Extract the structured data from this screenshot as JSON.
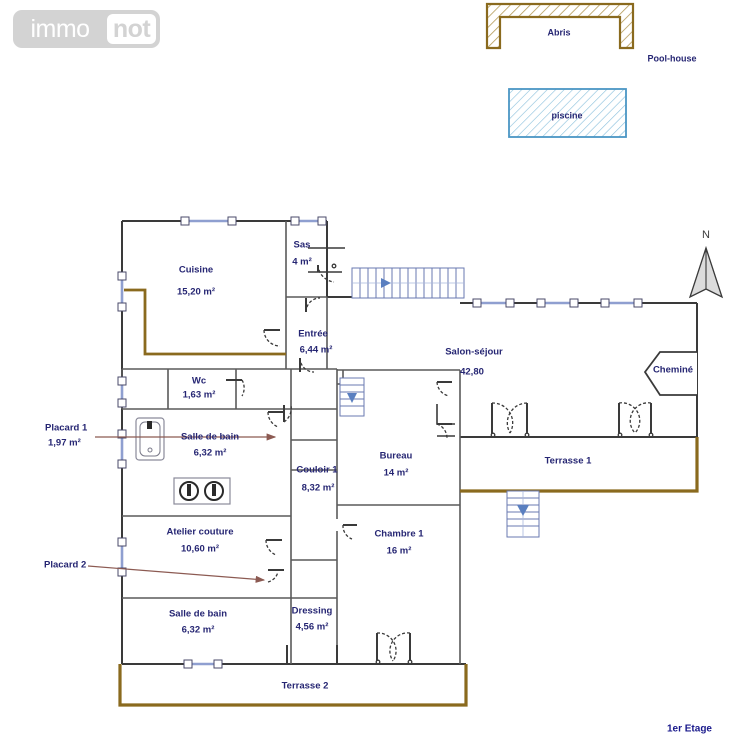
{
  "watermark": {
    "left_text": "immo",
    "right_text": "not"
  },
  "footer": {
    "floor_label": "1er Etage"
  },
  "compass": {
    "north_letter": "N",
    "name": "north-arrow"
  },
  "outdoor": {
    "abris": {
      "label": "Abris",
      "fill": "#f0e4c8",
      "stroke": "#8a6a1e"
    },
    "pool_house": {
      "label": "Pool-house"
    },
    "piscine": {
      "label": "piscine",
      "fill": "#d6eef7",
      "stroke": "#4a96c4"
    }
  },
  "callouts": [
    {
      "label": "Placard 1",
      "area": "1,97 m²",
      "arrow_color": "#8c5a52"
    },
    {
      "label": "Placard 2",
      "area": "",
      "arrow_color": "#8c5a52"
    }
  ],
  "rooms": [
    {
      "name": "cuisine",
      "label": "Cuisine",
      "area": "15,20 m²"
    },
    {
      "name": "sas",
      "label": "Sas",
      "area": "4 m²"
    },
    {
      "name": "entree",
      "label": "Entrée",
      "area": "6,44 m²"
    },
    {
      "name": "wc",
      "label": "Wc",
      "area": "1,63 m²"
    },
    {
      "name": "salle-de-bain-1",
      "label": "Salle de bain",
      "area": "6,32 m²"
    },
    {
      "name": "couloir-1",
      "label": "Couloir 1",
      "area": "8,32 m²"
    },
    {
      "name": "atelier-couture",
      "label": "Atelier couture",
      "area": "10,60 m²"
    },
    {
      "name": "salle-de-bain-2",
      "label": "Salle de bain",
      "area": "6,32 m²"
    },
    {
      "name": "dressing",
      "label": "Dressing",
      "area": "4,56 m²"
    },
    {
      "name": "bureau",
      "label": "Bureau",
      "area": "14  m²"
    },
    {
      "name": "chambre-1",
      "label": "Chambre 1",
      "area": "16 m²"
    },
    {
      "name": "salon-sejour",
      "label": "Salon-séjour",
      "area": "42,80"
    },
    {
      "name": "chemine",
      "label": "Cheminé",
      "area": ""
    },
    {
      "name": "terrasse-1",
      "label": "Terrasse 1",
      "area": ""
    },
    {
      "name": "terrasse-2",
      "label": "Terrasse 2",
      "area": ""
    }
  ],
  "colors": {
    "wall": "#3a3a3a",
    "thin_wall": "#5a5a5a",
    "text": "#262673",
    "terrace_wall": "#8a6a1e",
    "window_blue": "#8f9fd0",
    "stair_arrow": "#5a7fc0",
    "callout_arrow": "#8c5a52"
  }
}
